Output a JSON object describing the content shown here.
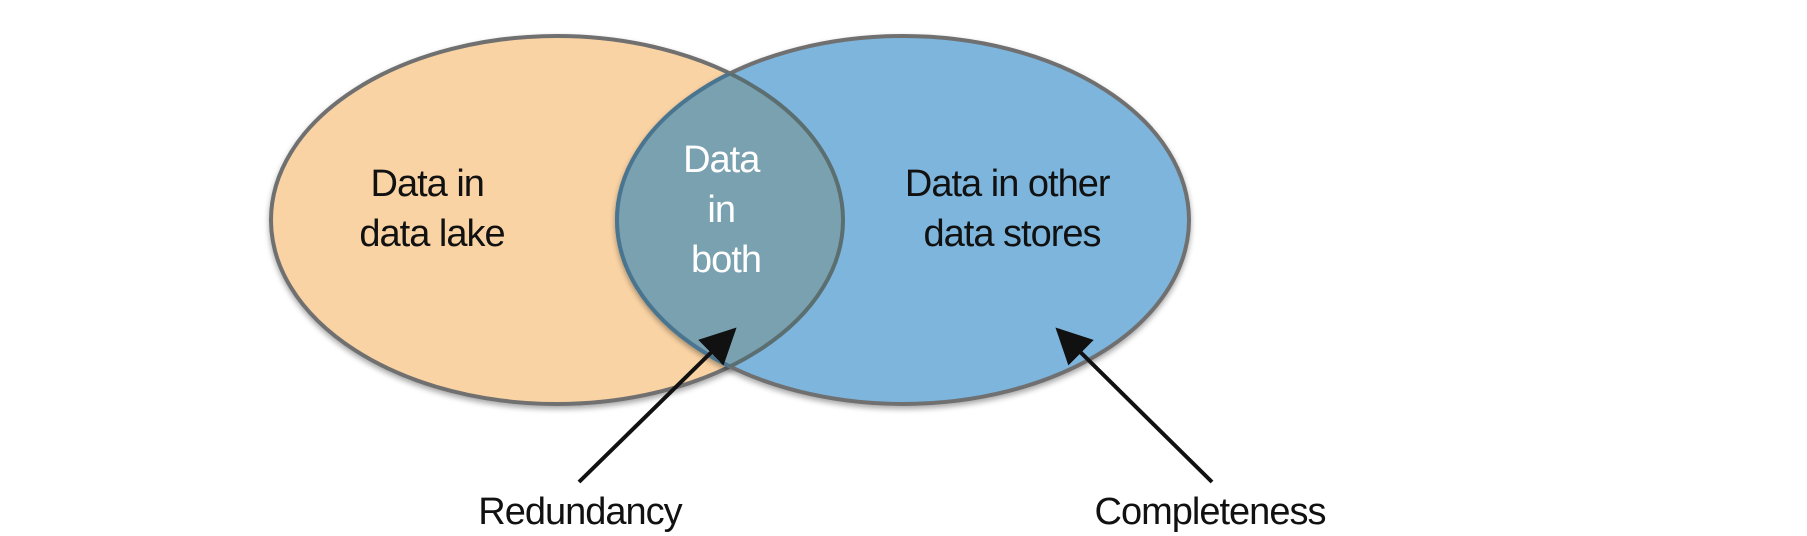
{
  "diagram": {
    "left_set": {
      "lines": [
        "Data in",
        "data lake"
      ],
      "fill_color": "#fad3a4"
    },
    "right_set": {
      "lines": [
        "Data in other",
        "data stores"
      ],
      "fill_color": "#7db5dc"
    },
    "intersection": {
      "lines": [
        "Data",
        "in",
        "both"
      ],
      "fill_color": "#7aa1b0"
    },
    "outline_color": "#707070",
    "annotations": {
      "redundancy": "Redundancy",
      "completeness": "Completeness"
    }
  }
}
